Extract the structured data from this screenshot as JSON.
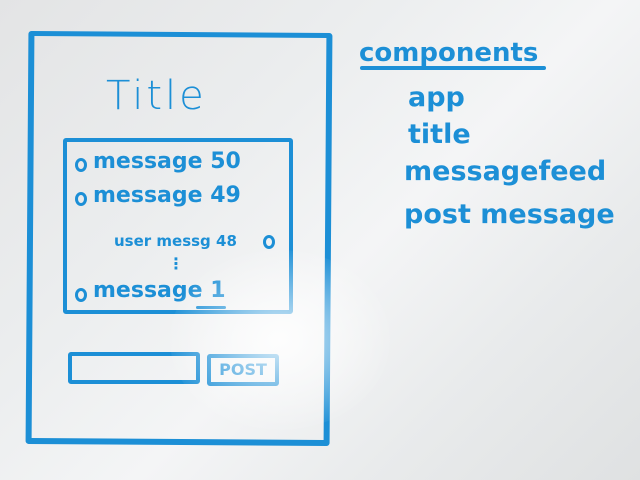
{
  "sketch": {
    "title": "Title",
    "messages": {
      "first": "message 50",
      "second": "message 49",
      "user": "user messg 48",
      "ellipsis": "⋮",
      "last": "message 1"
    },
    "post_button": "POST"
  },
  "components": {
    "heading": "components",
    "items": [
      "app",
      "title",
      "messagefeed",
      "post message"
    ]
  },
  "colors": {
    "ink": "#1c8fd6",
    "board": "#eceeef"
  }
}
